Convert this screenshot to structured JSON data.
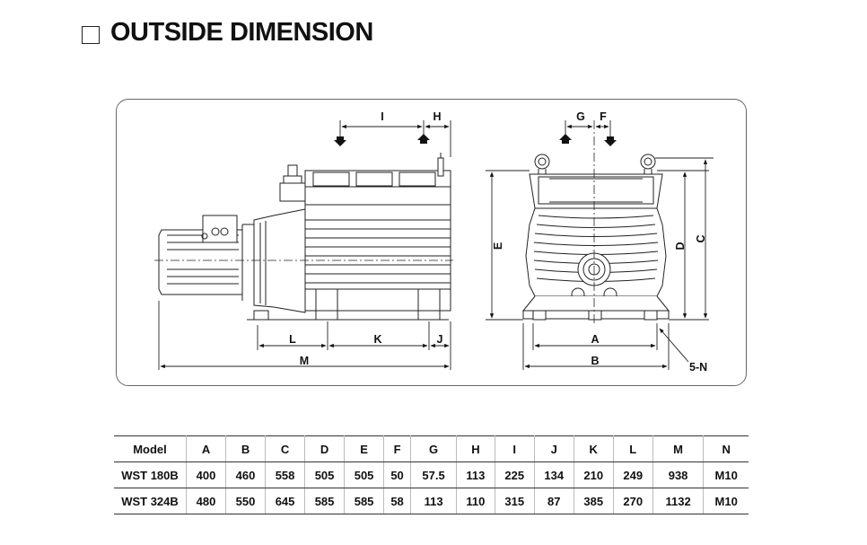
{
  "title": "OUTSIDE DIMENSION",
  "drawing": {
    "side_view_labels": [
      "I",
      "H",
      "L",
      "K",
      "J",
      "M"
    ],
    "front_view_labels": [
      "G",
      "F",
      "E",
      "D",
      "C",
      "A",
      "B",
      "5-N"
    ]
  },
  "table": {
    "headers": [
      "Model",
      "A",
      "B",
      "C",
      "D",
      "E",
      "F",
      "G",
      "H",
      "I",
      "J",
      "K",
      "L",
      "M",
      "N"
    ],
    "rows": [
      [
        "WST 180B",
        "400",
        "460",
        "558",
        "505",
        "505",
        "50",
        "57.5",
        "113",
        "225",
        "134",
        "210",
        "249",
        "938",
        "M10"
      ],
      [
        "WST 324B",
        "480",
        "550",
        "645",
        "585",
        "585",
        "58",
        "113",
        "110",
        "315",
        "87",
        "385",
        "270",
        "1132",
        "M10"
      ]
    ]
  }
}
